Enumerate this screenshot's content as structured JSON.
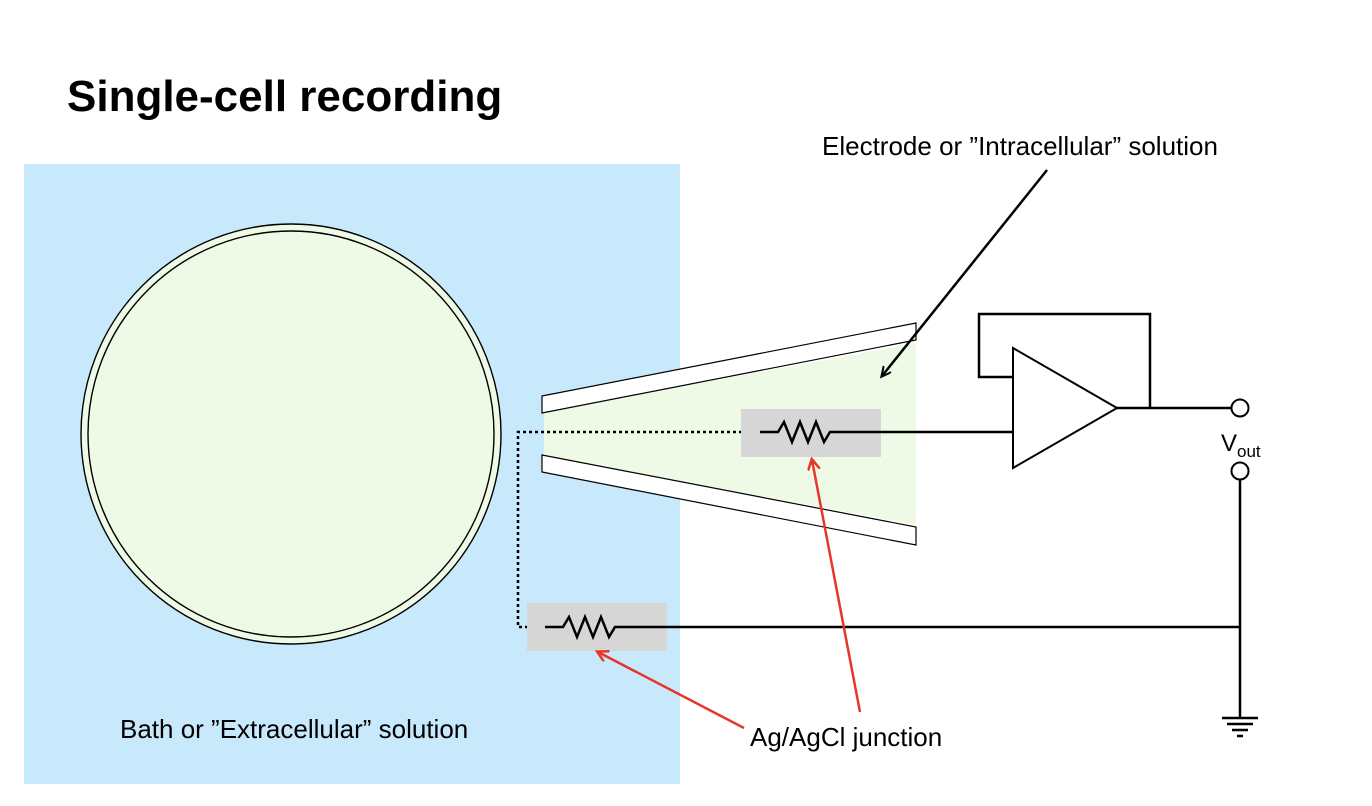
{
  "title": "Single-cell recording",
  "labels": {
    "electrode_solution": "Electrode or ”Intracellular” solution",
    "bath_solution": "Bath or ”Extracellular” solution",
    "junction": "Ag/AgCl junction",
    "vout_main": "V",
    "vout_sub": "out"
  },
  "colors": {
    "bath": "#c8e8fb",
    "cell": "#eefae6",
    "electrode_fill": "#eefae6",
    "junction_box": "#d6d6d6",
    "annotation_arrow": "#e8352b",
    "line": "#000000"
  }
}
